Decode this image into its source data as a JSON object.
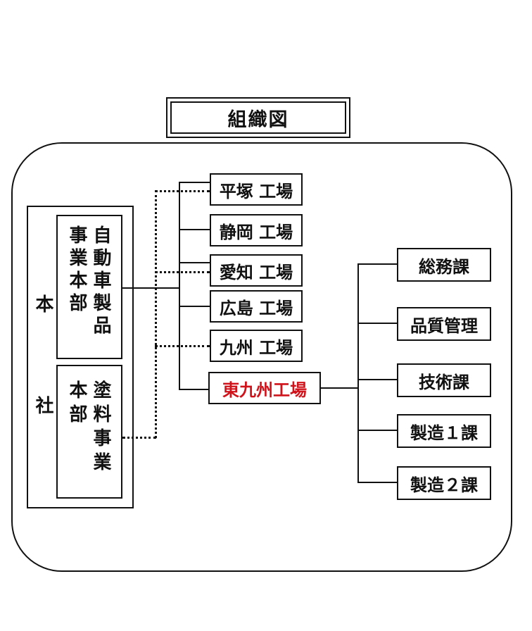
{
  "diagram": {
    "title": "組織図",
    "headquarters": {
      "label_top": "本",
      "label_bottom": "社"
    },
    "divisions": {
      "automotive": "自動車製品事業本部",
      "paint": "塗料事業本部"
    },
    "factories": [
      "平塚 工場",
      "静岡 工場",
      "愛知 工場",
      "広島 工場",
      "九州 工場",
      "東九州工場"
    ],
    "sections": [
      "総務課",
      "品質管理",
      "技術課",
      "製造１課",
      "製造２課"
    ],
    "colors": {
      "highlight": "#d0121b",
      "line": "#111111"
    }
  }
}
